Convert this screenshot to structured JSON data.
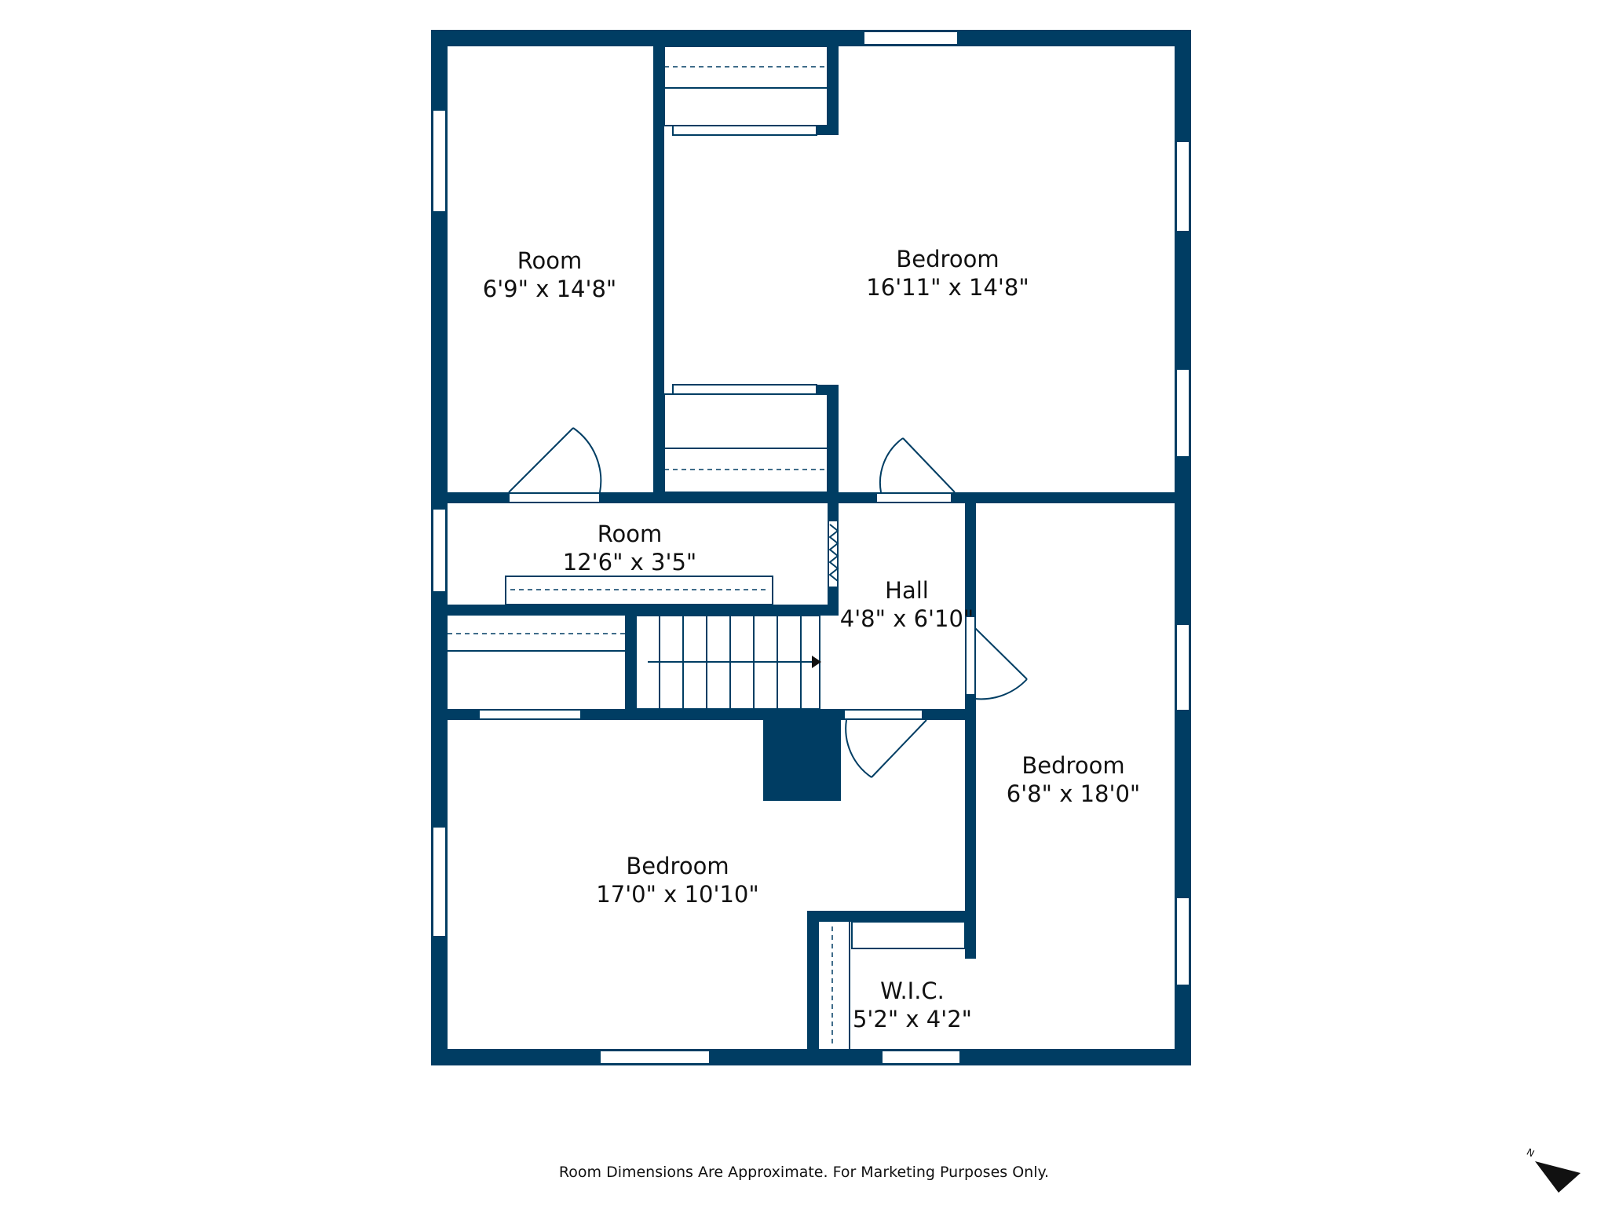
{
  "colors": {
    "wall": "#003d63",
    "window": "#ffffff",
    "line": "#003d63",
    "text": "#111111"
  },
  "rooms": [
    {
      "id": "room-1",
      "name": "Room",
      "dims": "6'9\" x 14'8\""
    },
    {
      "id": "bedroom-1",
      "name": "Bedroom",
      "dims": "16'11\" x 14'8\""
    },
    {
      "id": "room-2",
      "name": "Room",
      "dims": "12'6\" x 3'5\""
    },
    {
      "id": "hall",
      "name": "Hall",
      "dims": "4'8\" x 6'10\""
    },
    {
      "id": "bedroom-2",
      "name": "Bedroom",
      "dims": "6'8\" x 18'0\""
    },
    {
      "id": "bedroom-3",
      "name": "Bedroom",
      "dims": "17'0\" x 10'10\""
    },
    {
      "id": "wic",
      "name": "W.I.C.",
      "dims": "5'2\" x 4'2\""
    }
  ],
  "footer": "Room Dimensions Are Approximate. For Marketing Purposes Only.",
  "compass": {
    "label": "N",
    "icon": "north-arrow-icon"
  }
}
